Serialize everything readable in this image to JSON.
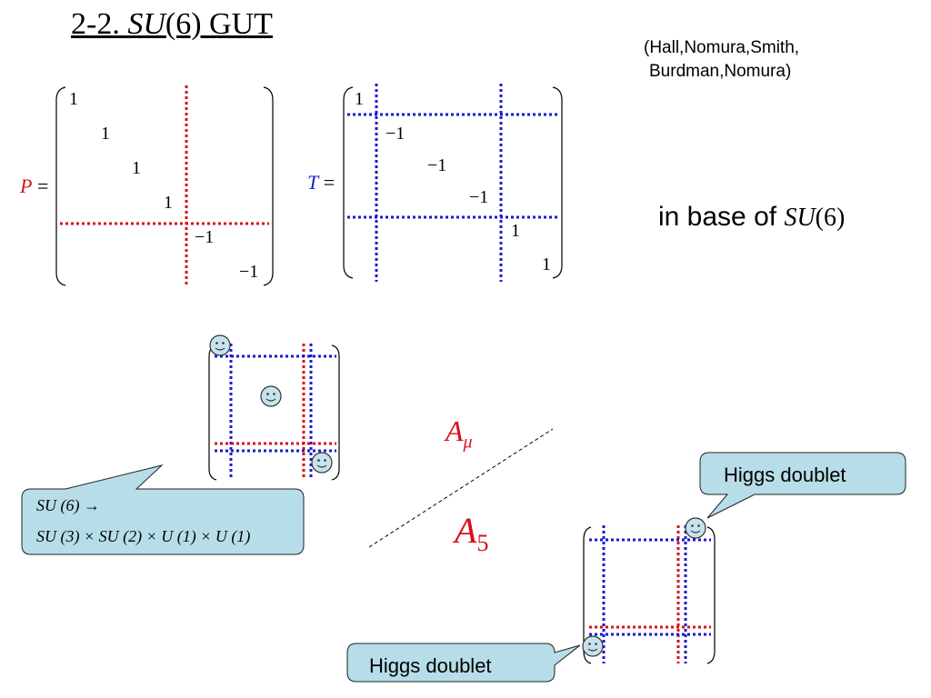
{
  "title": {
    "prefix": "2-2. ",
    "group": "SU",
    "suffix": "(6) GUT"
  },
  "references": {
    "line1": "(Hall,Nomura,Smith,",
    "line2": "Burdman,Nomura)"
  },
  "matrix_p": {
    "symbol": "P",
    "equals": "=",
    "entries": [
      "1",
      "1",
      "1",
      "1",
      "−1",
      "−1"
    ],
    "color": "#d9101a"
  },
  "matrix_t": {
    "symbol": "T",
    "equals": "=",
    "entries": [
      "1",
      "−1",
      "−1",
      "−1",
      "1",
      "1"
    ],
    "color": "#1a1ad0"
  },
  "base_note": {
    "text": "in base of ",
    "group": "SU",
    "arg": "(6)"
  },
  "gauge_labels": {
    "a_mu": "A",
    "a_mu_sub": "μ",
    "a_5": "A",
    "a_5_sub": "5"
  },
  "breaking_callout": {
    "line1": "SU (6) →",
    "line2": "SU (3) × SU (2) × U (1) × U (1)"
  },
  "higgs_callouts": {
    "top": "Higgs doublet",
    "bottom": "Higgs doublet"
  },
  "colors": {
    "red": "#d9101a",
    "blue": "#1a1ad0",
    "callout_fill": "#b7dde8",
    "smiley_fill": "#c6e3ec"
  }
}
